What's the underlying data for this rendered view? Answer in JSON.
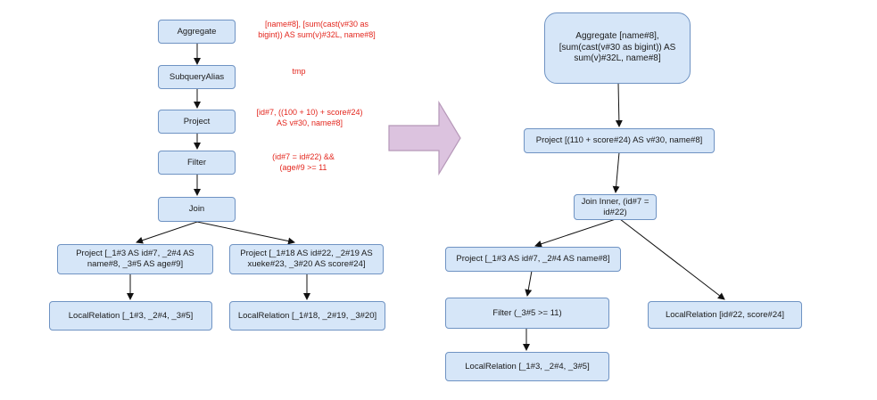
{
  "left_tree": {
    "nodes": {
      "aggregate": "Aggregate",
      "subquery_alias": "SubqueryAlias",
      "project": "Project",
      "filter": "Filter",
      "join": "Join",
      "project_left": "Project [_1#3 AS id#7, _2#4 AS name#8, _3#5 AS age#9]",
      "project_right": "Project [_1#18 AS id#22, _2#19 AS xueke#23, _3#20 AS score#24]",
      "local_relation_left": "LocalRelation [_1#3, _2#4, _3#5]",
      "local_relation_right": "LocalRelation [_1#18, _2#19, _3#20]"
    },
    "notes": {
      "aggregate": "[name#8], [sum(cast(v#30 as\nbigint)) AS sum(v)#32L, name#8]",
      "subquery_alias": "tmp",
      "project": "[id#7, ((100 + 10) + score#24)\nAS v#30, name#8]",
      "filter": "(id#7 = id#22) &&\n(age#9 >= 11"
    }
  },
  "right_tree": {
    "nodes": {
      "aggregate": "Aggregate [name#8], [sum(cast(v#30 as bigint)) AS sum(v)#32L, name#8]",
      "project": "Project [(110 + score#24) AS v#30, name#8]",
      "join": "Join Inner, (id#7 = id#22)",
      "project_left": "Project [_1#3 AS id#7, _2#4 AS name#8]",
      "filter": "Filter (_3#5 >= 11)",
      "local_relation_right": "LocalRelation [id#22, score#24]",
      "local_relation_bottom": "LocalRelation [_1#3, _2#4, _3#5]"
    }
  },
  "colors": {
    "node_fill": "#d6e6f8",
    "node_border": "#6f93c3",
    "note_text": "#e3261d",
    "arrow_fill": "#dcc3df",
    "arrow_stroke": "#b597b8"
  }
}
